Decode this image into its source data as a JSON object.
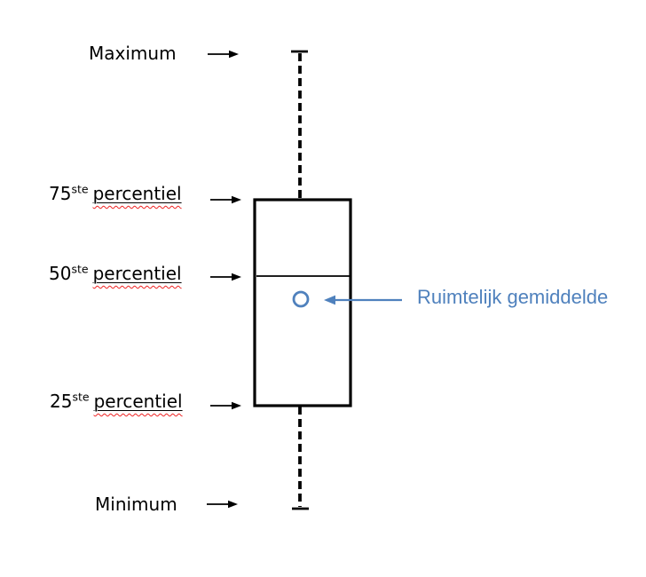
{
  "figure": {
    "type": "boxplot-schematic",
    "background": "#ffffff",
    "labels": {
      "maximum": "Maximum",
      "p75": {
        "value": "75",
        "sup": "ste",
        "word": "percentiel"
      },
      "p50": {
        "value": "50",
        "sup": "ste",
        "word": "percentiel"
      },
      "p25": {
        "value": "25",
        "sup": "ste",
        "word": "percentiel"
      },
      "minimum": "Minimum",
      "spatial_mean": "Ruimtelijk gemiddelde"
    },
    "colors": {
      "line_black": "#000000",
      "accent_blue": "#4f81bd",
      "spellcheck_red": "#ee2222",
      "background": "#ffffff"
    },
    "boxplot_parts": [
      "maximum-whisker-cap",
      "upper-whisker-dashed-line",
      "interquartile-box",
      "median-line",
      "spatial-mean-circle",
      "lower-whisker-dashed-line",
      "minimum-whisker-cap"
    ]
  }
}
